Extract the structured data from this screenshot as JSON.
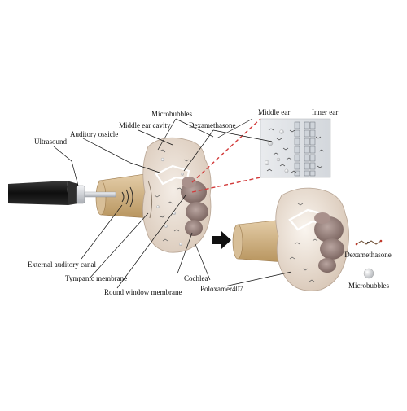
{
  "labels": {
    "ultrasound": "Ultrasound",
    "auditory_ossicle": "Auditory ossicle",
    "middle_ear_cavity": "Middle ear cavity",
    "microbubbles": "Microbubbles",
    "dexamethasone": "Dexamethasone",
    "middle_ear": "Middle ear",
    "inner_ear": "Inner ear",
    "external_auditory_canal": "External auditory canal",
    "tympanic_membrane": "Tympanic membrane",
    "round_window_membrane": "Round window membrane",
    "cochlea": "Cochlea",
    "poloxamer407": "Poloxamer407"
  },
  "legend": {
    "dexamethasone": "Dexamethasone",
    "microbubbles": "Microbubbles"
  },
  "colors": {
    "gel_body": "#e9ddd0",
    "canal": "#cdb08a",
    "cochlea": "#9c8580",
    "probe_body": "#1a1a1a",
    "probe_tip": "#d8dadd",
    "zoom_line": "#d23a3a",
    "arrow": "#111111"
  }
}
